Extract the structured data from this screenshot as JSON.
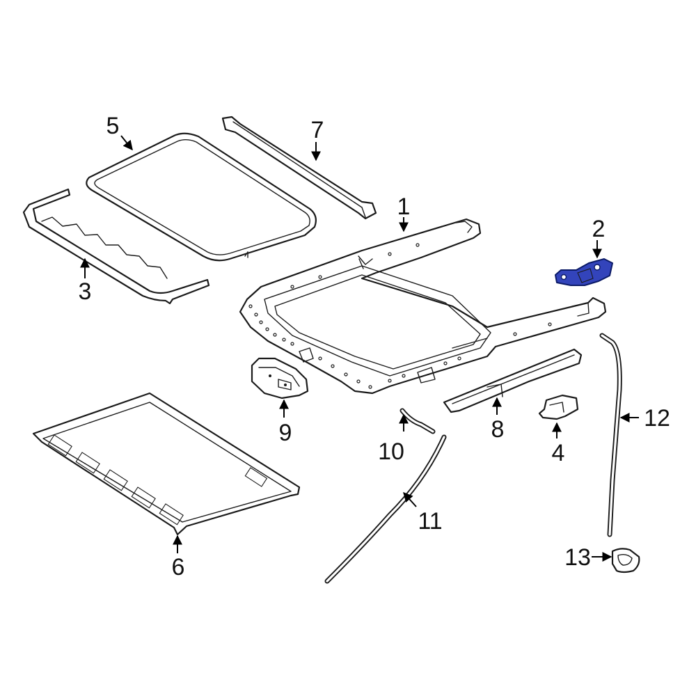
{
  "diagram": {
    "highlight_color": "#3344bb",
    "line_color": "#1a1a1a",
    "highlighted_part": "2",
    "callouts": {
      "c1": "1",
      "c2": "2",
      "c3": "3",
      "c4": "4",
      "c5": "5",
      "c6": "6",
      "c7": "7",
      "c8": "8",
      "c9": "9",
      "c10": "10",
      "c11": "11",
      "c12": "12",
      "c13": "13"
    }
  }
}
